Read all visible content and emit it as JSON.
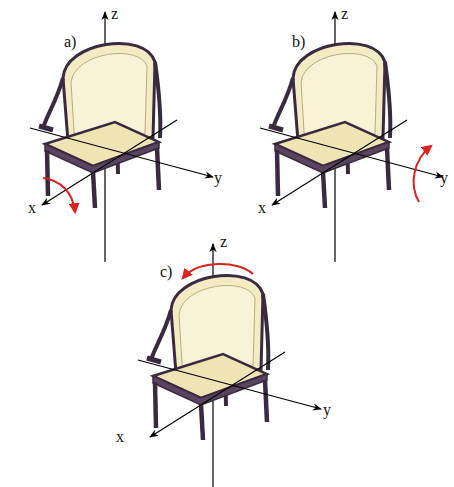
{
  "diagram": {
    "labels": [
      "a)",
      "z",
      "y",
      "x",
      "b)",
      "z",
      "y",
      "x",
      "c)",
      "z",
      "y",
      "x"
    ]
  }
}
